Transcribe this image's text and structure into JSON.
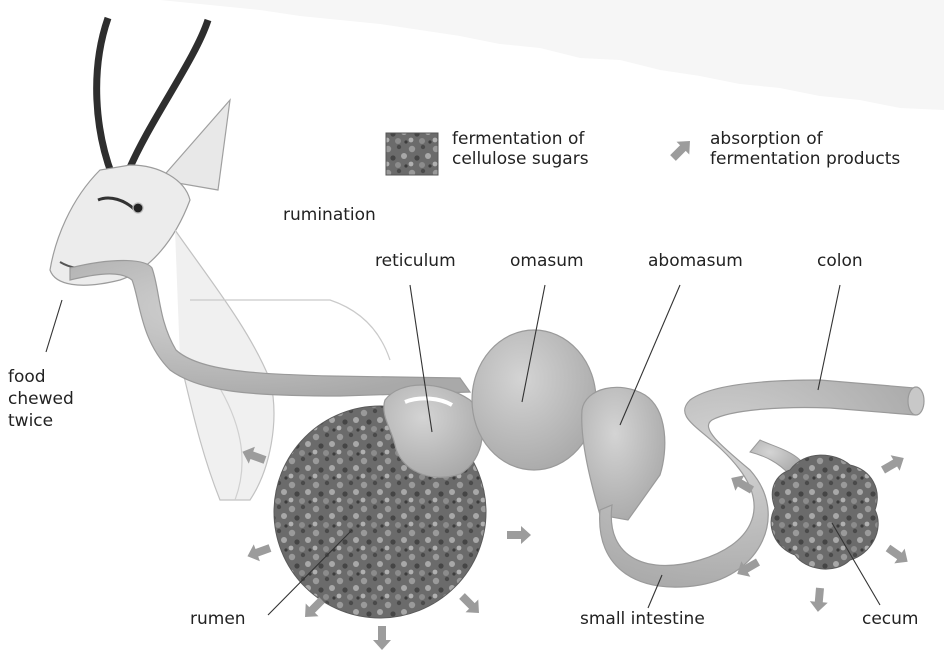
{
  "legend": {
    "fermentation": "fermentation of cellulose sugars",
    "fermentation_line1": "fermentation of",
    "fermentation_line2": "cellulose sugars",
    "absorption_line1": "absorption of",
    "absorption_line2": "fermentation products"
  },
  "labels": {
    "rumination": "rumination",
    "reticulum": "reticulum",
    "omasum": "omasum",
    "abomasum": "abomasum",
    "colon": "colon",
    "food": "food\nchewed\ntwice",
    "rumen": "rumen",
    "small_intestine": "small intestine",
    "cecum": "cecum"
  },
  "colors": {
    "organ_fill": "#bdbdbd",
    "organ_stroke": "#9a9a9a",
    "fermentation_dark": "#555555",
    "arrow": "#9c9c9c",
    "leader_line": "#333333",
    "animal_sketch": "#cfcfcf"
  }
}
